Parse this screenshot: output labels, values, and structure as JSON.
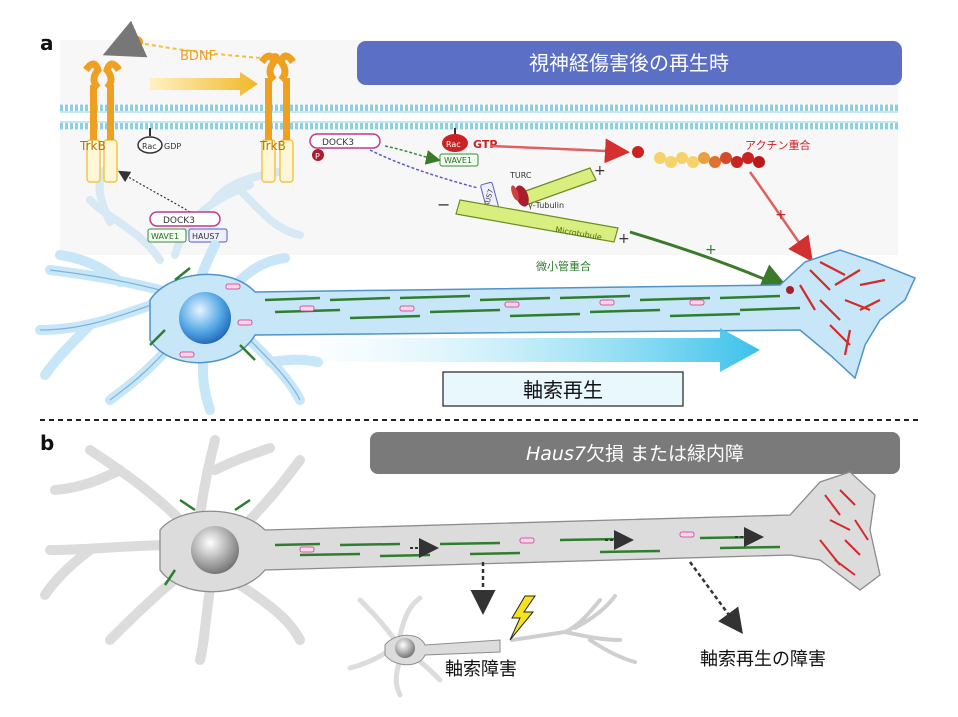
{
  "panels": {
    "a_letter": "a",
    "b_letter": "b"
  },
  "panel_a": {
    "banner": "視神経傷害後の再生時",
    "ligand": "BDNF",
    "receptor_left": "TrkB",
    "receptor_right": "TrkB",
    "rac_gdp": {
      "rac": "Rac",
      "state": "GDP"
    },
    "rac_gtp": {
      "rac": "Rac",
      "state": "GTP"
    },
    "dock3_top": "DOCK3",
    "phospho": "P",
    "wave1_top": "WAVE1",
    "dock3_soma": "DOCK3",
    "wave1_soma": "WAVE1",
    "haus7_soma": "HAUS7",
    "turc": "TURC",
    "haus7_mt": "HAUS7",
    "gamma_tubulin": "γ-Tubulin",
    "microtubule": "Microtubule",
    "minus": "−",
    "plus_top": "+",
    "plus_bottom": "+",
    "actin_label": "アクチン重合",
    "mt_poly_label": "微小管重合",
    "plus_red": "+",
    "plus_green": "+",
    "regen_label": "軸索再生"
  },
  "panel_b": {
    "banner_italic": "Haus7",
    "banner_rest": "欠損 または緑内障",
    "axon_injury": "軸索障害",
    "regen_failure": "軸索再生の障害"
  },
  "colors": {
    "banner_a": "#5b6fc4",
    "banner_b": "#7a7a7a",
    "membrane": "#9fd3e6",
    "neuron_blue": "#c7e6f7",
    "neuron_gray": "#dcdcdc",
    "trkb": "#f0a020",
    "microtubule_green": "#2f7d2f",
    "actin_red": "#d42a2a"
  }
}
